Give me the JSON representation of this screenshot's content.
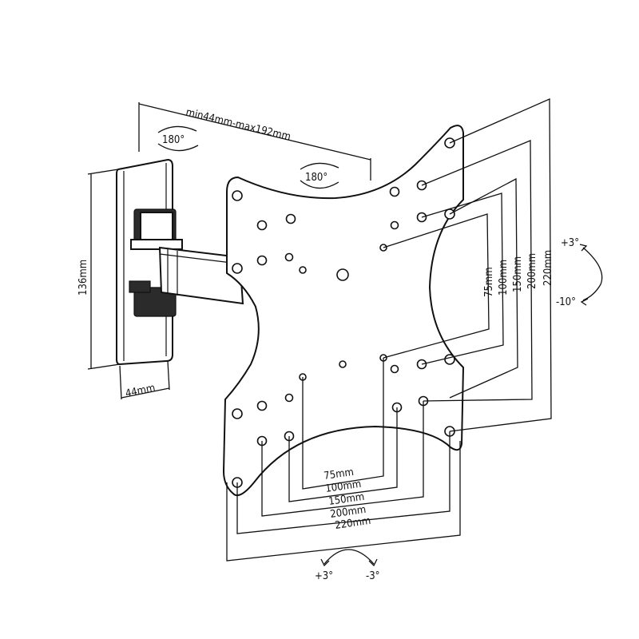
{
  "labels": {
    "arm_extension": "min44mm-max192mm",
    "swivel_wall": "180°",
    "swivel_plate": "180°",
    "height": "136mm",
    "depth": "44mm",
    "tilt_plus": "+3°",
    "tilt_minus": "-10°",
    "rotate_plus": "+3°",
    "rotate_minus": "-3°"
  },
  "vesa_horizontal": [
    "75mm",
    "100mm",
    "150mm",
    "200mm",
    "220mm"
  ],
  "vesa_vertical": [
    "75mm",
    "100mm",
    "150mm",
    "200mm",
    "220mm"
  ]
}
